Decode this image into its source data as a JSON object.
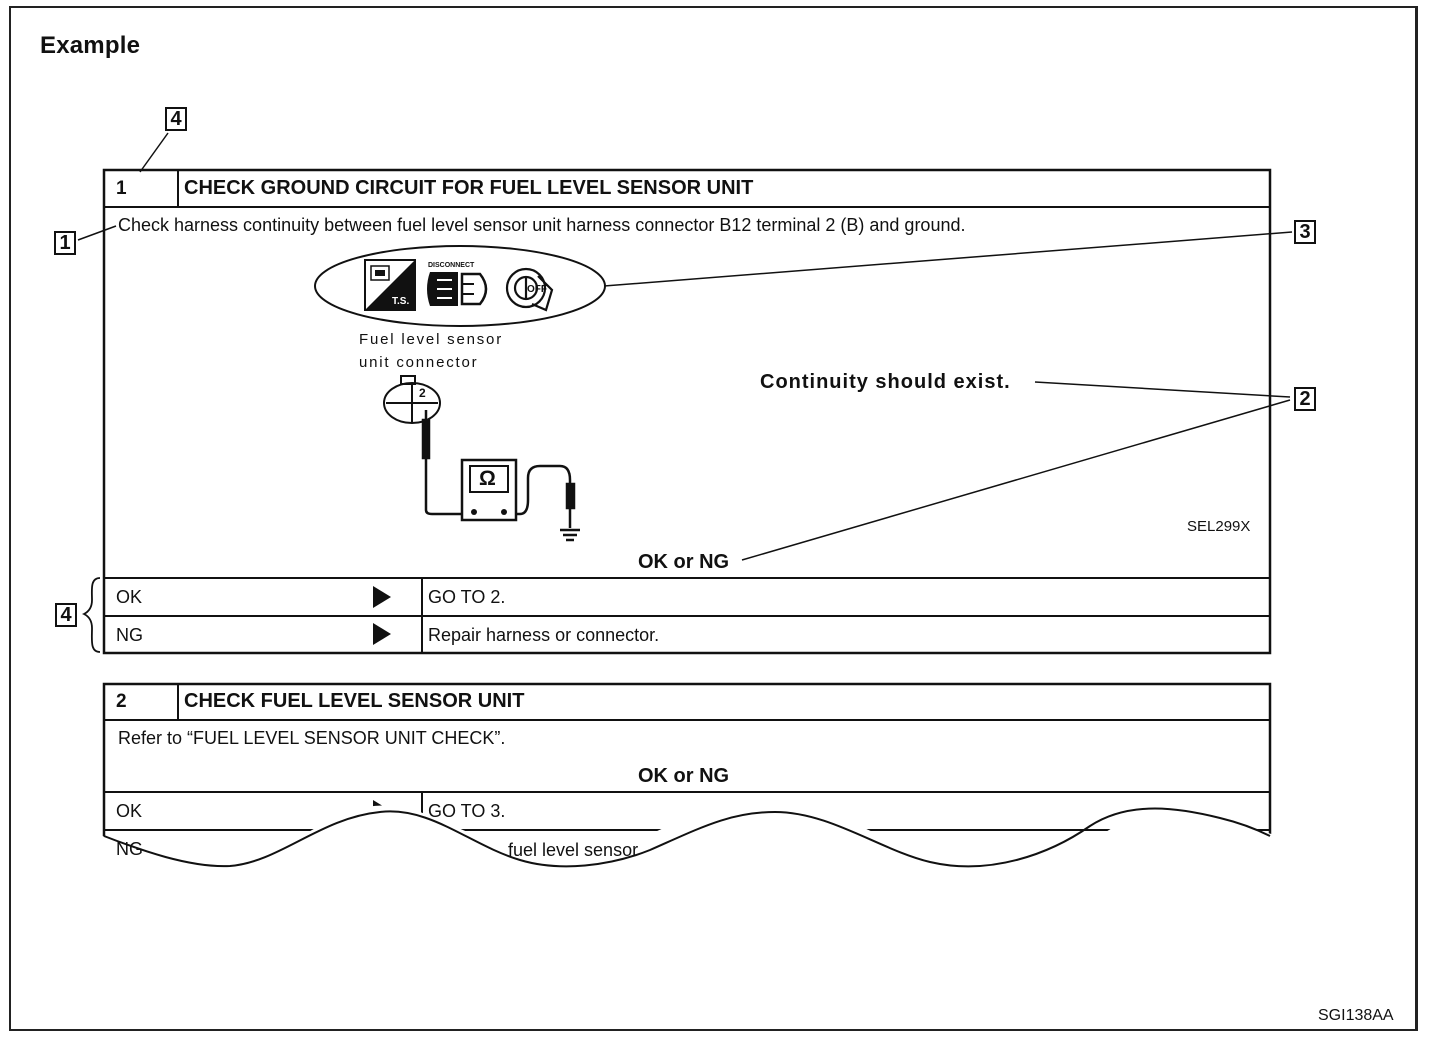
{
  "title": "Example",
  "callouts": {
    "c1": "1",
    "c2": "2",
    "c3": "3",
    "c4_top": "4",
    "c4_side": "4"
  },
  "step1": {
    "number": "1",
    "header": "CHECK GROUND CIRCUIT FOR FUEL LEVEL SENSOR UNIT",
    "instruction": "Check harness continuity between fuel level sensor unit harness connector B12 terminal 2 (B) and ground.",
    "icons": {
      "ts_label": "T.S.",
      "disconnect_label": "DISCONNECT",
      "key_label": "OFF"
    },
    "connector_label_line1": "Fuel level sensor",
    "connector_label_line2": "unit connector",
    "terminal_number": "2",
    "meter_symbol": "Ω",
    "continuity": "Continuity should exist.",
    "figure_ref": "SEL299X",
    "ok_or_ng": "OK or NG",
    "rows": [
      {
        "result": "OK",
        "action": "GO TO 2."
      },
      {
        "result": "NG",
        "action": "Repair harness or connector."
      }
    ]
  },
  "step2": {
    "number": "2",
    "header": "CHECK FUEL LEVEL SENSOR UNIT",
    "instruction": "Refer to “FUEL LEVEL SENSOR UNIT CHECK”.",
    "ok_or_ng": "OK or NG",
    "rows": [
      {
        "result": "OK",
        "action": "GO TO 3."
      },
      {
        "result": "NG",
        "action": "fuel level sensor"
      }
    ]
  },
  "figure_code": "SGI138AA"
}
